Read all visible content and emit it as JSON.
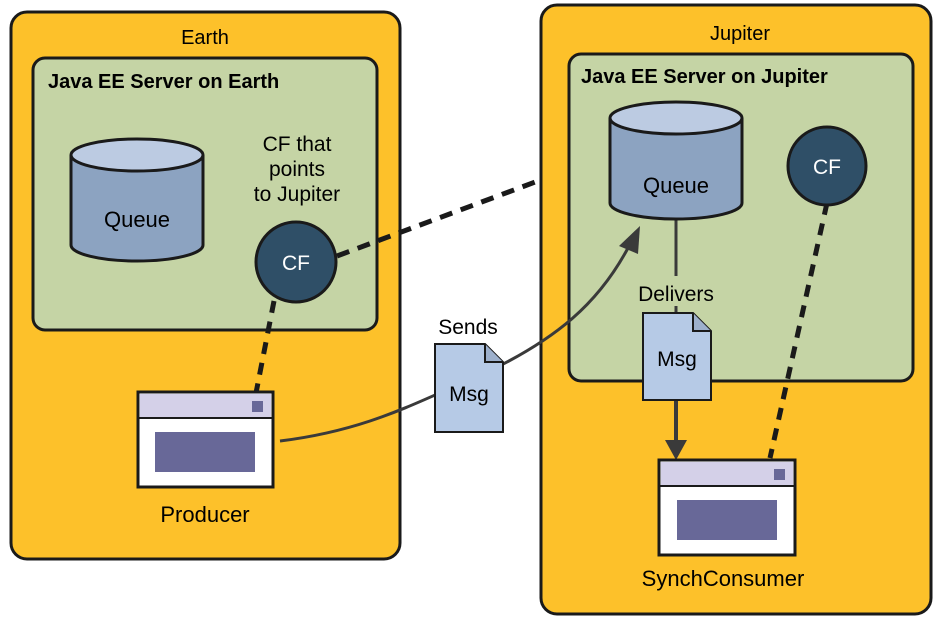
{
  "colors": {
    "region_fill": "#FDC12A",
    "server_fill": "#C5D4A5",
    "queue_top": "#BCCBE2",
    "queue_body": "#8CA3C1",
    "cf_fill": "#2F4F67",
    "msg_fill": "#B6CAE6",
    "window_title": "#D4D0E8",
    "window_body": "#686898",
    "stroke": "#1a1a1a",
    "arrow": "#3a3a3a"
  },
  "earth": {
    "label": "Earth",
    "server_title": "Java EE Server on Earth",
    "queue_label": "Queue",
    "cf_caption_line1": "CF that",
    "cf_caption_line2": "points",
    "cf_caption_line3": "to Jupiter",
    "cf_label": "CF",
    "producer_label": "Producer"
  },
  "jupiter": {
    "label": "Jupiter",
    "server_title": "Java EE Server on Jupiter",
    "queue_label": "Queue",
    "cf_label": "CF",
    "delivers_label": "Delivers",
    "msg_label": "Msg",
    "consumer_label": "SynchConsumer"
  },
  "sends_label": "Sends",
  "sent_msg_label": "Msg"
}
